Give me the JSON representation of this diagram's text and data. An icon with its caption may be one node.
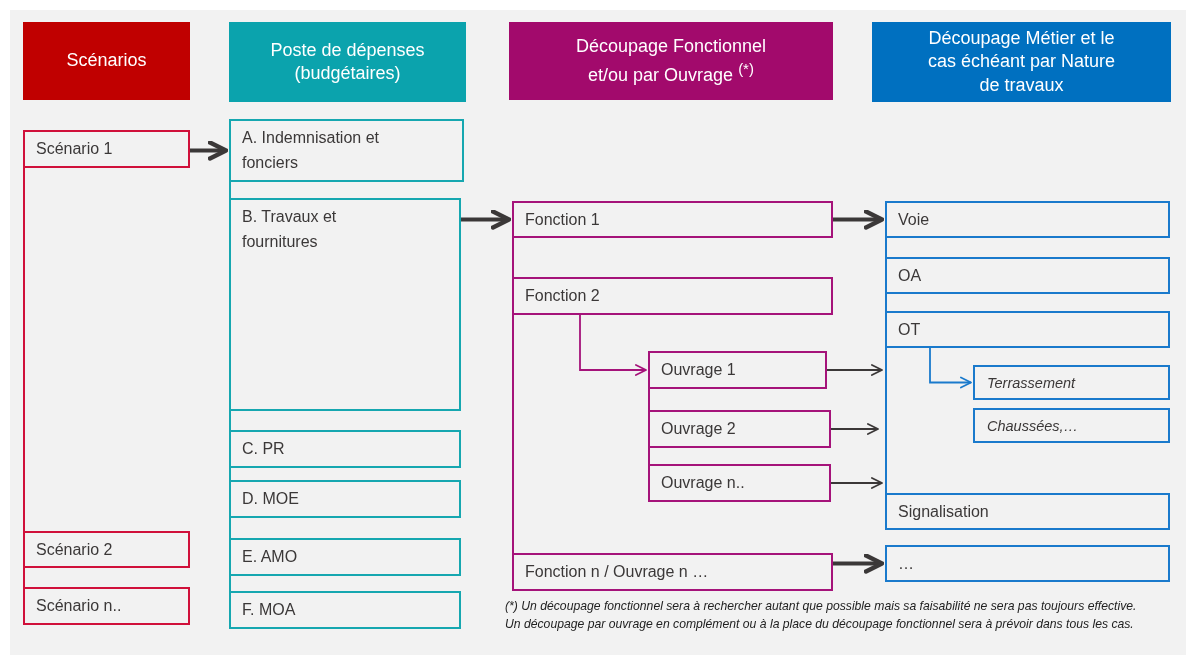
{
  "diagram": {
    "nodes": [
      {
        "text": [
          "Scénarios"
        ]
      },
      {
        "text": [
          "Poste de dépenses (budgétaires)"
        ]
      },
      {
        "text": [
          "Découpage Fonctionnel et/ou par Ouvrage $^{(*)}$"
        ]
      },
      {
        "text": [
          "Découpage Métier et le cas échéant par Nature de travaux"
        ]
      },
      {
        "text": [
          "Scénario 1"
        ]
      },
      {
        "text": [
          "Scénario 2"
        ]
      },
      {
        "text": [
          "Scénario n.."
        ]
      },
      {
        "text": [
          "A. Indemnisation et fonciers"
        ]
      },
      {
        "text": [
          "B. Travaux et fournitures"
        ]
      },
      {
        "text": [
          "C. PR"
        ]
      },
      {
        "text": [
          "D. MOE"
        ]
      },
      {
        "text": [
          "E. AMO"
        ]
      },
      {
        "text": [
          "F. MOA"
        ]
      },
      {
        "text": [
          "Fonction 1"
        ]
      },
      {
        "text": [
          "Fonction 2"
        ]
      },
      {
        "text": [
          "Ouvrage 1"
        ]
      },
      {
        "text": [
          "Ouvrage 2"
        ]
      },
      {
        "text": [
          "Ouvrage n.."
        ]
      },
      {
        "text": [
          "Fonction n / Ouvrage n …"
        ]
      },
      {
        "text": [
          "Voie"
        ]
      },
      {
        "text": [
          "OA"
        ]
      },
      {
        "text": [
          "OT"
        ]
      },
      {
        "text": [
          "Terrassement"
        ]
      },
      {
        "text": [
          "Chaussées,…"
        ]
      },
      {
        "text": [
          "Signalisation"
        ]
      },
      {
        "text": [
          "…"
        ]
      }
    ],
    "edges": [
      {
        "from": 4,
        "to": 7,
        "arrow": "to",
        "style": "thick"
      },
      {
        "from": 8,
        "to": 13,
        "arrow": "to",
        "style": "thick"
      },
      {
        "from": 13,
        "to": 19,
        "arrow": "to",
        "style": "thick"
      },
      {
        "from": 18,
        "to": 25,
        "arrow": "to",
        "style": "thick"
      },
      {
        "from": 14,
        "to": 15,
        "arrow": "to",
        "color": "#a5137a"
      },
      {
        "from": 21,
        "to": 22,
        "arrow": "to",
        "color": "#1a7acc"
      },
      {
        "from": 15,
        "to": 21,
        "arrow": "to"
      },
      {
        "from": 16,
        "to": null,
        "arrow": "to"
      },
      {
        "from": 17,
        "to": 24,
        "arrow": "to"
      },
      {
        "from": 4,
        "to": 5,
        "arrow": "none",
        "color": "#d0103a"
      },
      {
        "from": 5,
        "to": 6,
        "arrow": "none",
        "color": "#d0103a"
      },
      {
        "from": 7,
        "to": 8,
        "arrow": "none",
        "color": "#16a7b0"
      },
      {
        "from": 8,
        "to": 9,
        "arrow": "none",
        "color": "#16a7b0"
      },
      {
        "from": 9,
        "to": 10,
        "arrow": "none",
        "color": "#16a7b0"
      },
      {
        "from": 10,
        "to": 11,
        "arrow": "none",
        "color": "#16a7b0"
      },
      {
        "from": 11,
        "to": 12,
        "arrow": "none",
        "color": "#16a7b0"
      },
      {
        "from": 13,
        "to": 14,
        "arrow": "none",
        "color": "#a5137a"
      },
      {
        "from": 14,
        "to": 18,
        "arrow": "none",
        "color": "#a5137a"
      },
      {
        "from": 15,
        "to": 16,
        "arrow": "none",
        "color": "#a5137a"
      },
      {
        "from": 16,
        "to": 17,
        "arrow": "none",
        "color": "#a5137a"
      },
      {
        "from": 19,
        "to": 20,
        "arrow": "none",
        "color": "#1a7acc"
      },
      {
        "from": 20,
        "to": 21,
        "arrow": "none",
        "color": "#1a7acc"
      },
      {
        "from": 21,
        "to": 24,
        "arrow": "none",
        "color": "#1a7acc"
      }
    ],
    "labels": [
      "(*) Un découpage fonctionnel sera à rechercher autant que possible mais sa faisabilité ne sera pas toujours effective. Un découpage par ouvrage en complément ou à la place du découpage fonctionnel sera à prévoir dans tous les cas."
    ]
  }
}
